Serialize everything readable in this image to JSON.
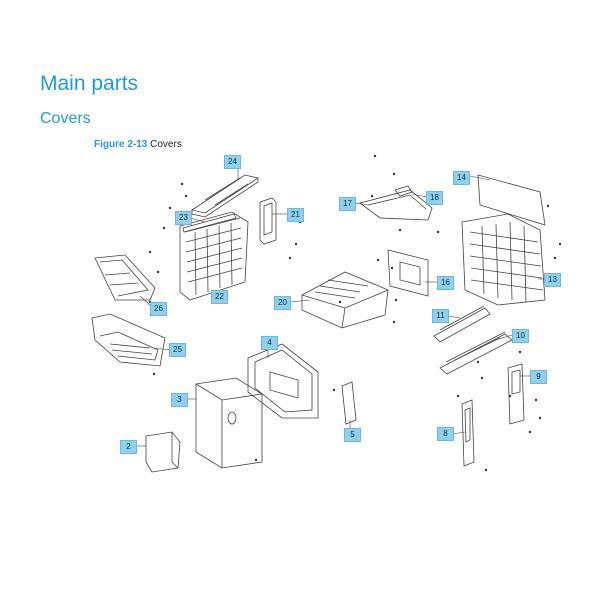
{
  "page": {
    "title": "Main parts",
    "subtitle": "Covers",
    "figure_number": "Figure 2-13",
    "figure_caption": "Covers"
  },
  "callouts": [
    {
      "label": "24"
    },
    {
      "label": "23"
    },
    {
      "label": "21"
    },
    {
      "label": "26"
    },
    {
      "label": "22"
    },
    {
      "label": "25"
    },
    {
      "label": "20"
    },
    {
      "label": "17"
    },
    {
      "label": "18"
    },
    {
      "label": "16"
    },
    {
      "label": "14"
    },
    {
      "label": "13"
    },
    {
      "label": "11"
    },
    {
      "label": "10"
    },
    {
      "label": "9"
    },
    {
      "label": "8"
    },
    {
      "label": "4"
    },
    {
      "label": "3"
    },
    {
      "label": "5"
    },
    {
      "label": "2"
    }
  ],
  "colors": {
    "heading": "#1f9bd7",
    "callout_fill": "#8fd0ef",
    "line": "#444444"
  }
}
